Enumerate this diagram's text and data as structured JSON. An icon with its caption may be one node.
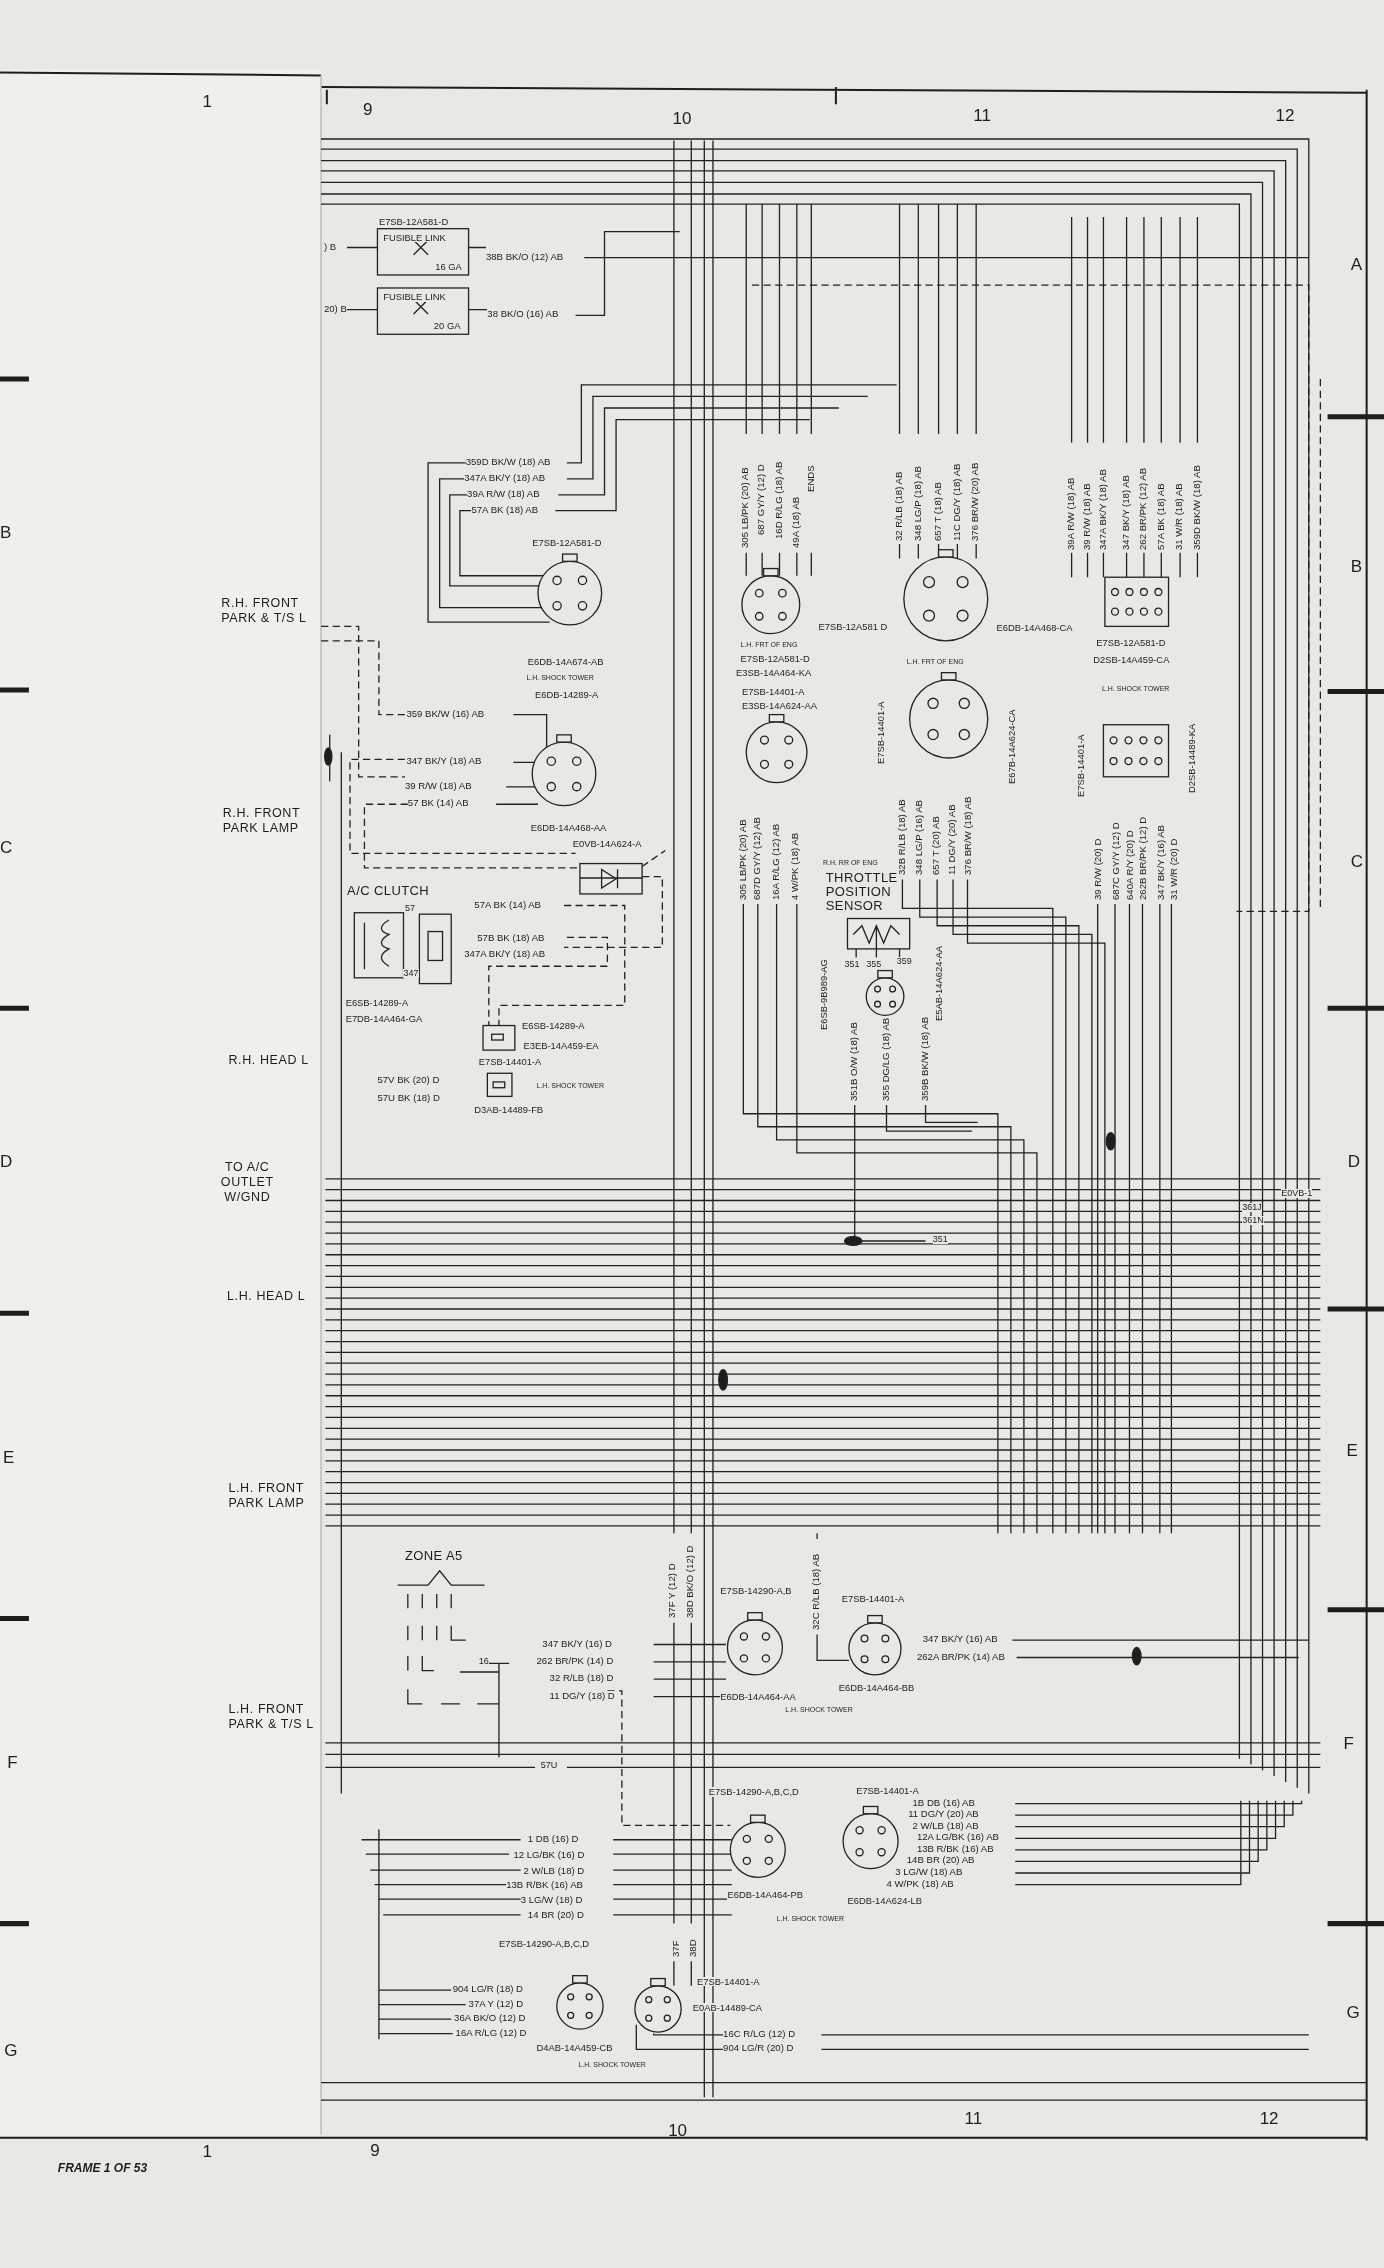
{
  "diagram": {
    "labels": [
      "1",
      "9",
      "10",
      "11",
      "12",
      "B",
      "C",
      "D",
      "E",
      "F",
      "G",
      "A",
      "B",
      "C",
      "D",
      "E",
      "F",
      "G",
      "R.H. FRONT PARK & T/S L",
      "R.H. FRONT PARK LAMP",
      "R.H. HEAD L",
      "TO A/C OUTLET W/GND",
      "L.H. HEAD L",
      "L.H. FRONT PARK LAMP",
      "L.H. FRONT PARK & T/S L",
      "E7SB-12A581-D",
      ") B",
      "FUSIBLE LINK",
      "16 GA",
      "38B BK/O (12) AB",
      "20) B",
      "FUSIBLE LINK",
      "20 GA",
      "38 BK/O (16) AB",
      "359D BK/W (18) AB",
      "347A BK/Y (18) AB",
      "39A R/W (18) AB",
      "57A BK (18) AB",
      "E7SB-12A581-D",
      "E6DB-14A674-AB",
      "L.H. SHOCK TOWER",
      "E6DB-14289-A",
      "359 BK/W (16) AB",
      "347 BK/Y (18) AB",
      "39 R/W (18) AB",
      "57 BK (14) AB",
      "E6DB-14A468-AA",
      "E0VB-14A624-A",
      "A/C CLUTCH",
      "57",
      "347",
      "57A BK (14) AB",
      "57B BK (18) AB",
      "347A BK/Y (18) AB",
      "E6SB-14289-A",
      "E7DB-14A464-GA",
      "E6SB-14289-A",
      "E3EB-14A459-EA",
      "E7SB-14401-A",
      "L.H. SHOCK TOWER",
      "57V BK (20) D",
      "57U BK (18) D",
      "D3AB-14489-FB",
      "305 LB/PK (20) AB",
      "687 GY/Y (12) D",
      "16D R/LG (18) AB",
      "49A (18) AB",
      "ENDS",
      "L.H. FRT OF ENG",
      "E7SB-12A581-D",
      "E3SB-14A464-KA",
      "E7SB-14401-A",
      "E3SB-14A624-AA",
      "305 LB/PK (20) AB",
      "687D GY/Y (12) AB",
      "16A R/LG (12) AB",
      "4 W/PK (18) AB",
      "32 R/LB (18) AB",
      "348 LG/P (18) AB",
      "657 T (18) AB",
      "11C DG/Y (18) AB",
      "376 BR/W (20) AB",
      "E7SB-12A581 D",
      "E6DB-14A468-CA",
      "L.H. FRT OF ENG",
      "E7SB-14401-A",
      "E67B-14A624-CA",
      "32B R/LB (18) AB",
      "348 LG/P (16) AB",
      "657 T (20) AB",
      "11 DG/Y (20) AB",
      "376 BR/W (18) AB",
      "R.H. RR OF ENG",
      "THROTTLE POSITION SENSOR",
      "351",
      "355",
      "359",
      "E6SB-9B989-AG",
      "E5AB-14A624-AA",
      "351B O/W (18) AB",
      "355 DG/LG (18) AB",
      "359B BK/W (18) AB",
      "351",
      "39A R/W (18) AB",
      "39 R/W (18) AB",
      "347A BK/Y (18) AB",
      "347 BK/Y (18) AB",
      "262 BR/PK (12) AB",
      "57A BK (18) AB",
      "31 W/R (18) AB",
      "359D BK/W (18) AB",
      "E7SB-12A581-D",
      "D2SB-14A459-CA",
      "L.H. SHOCK TOWER",
      "E7SB-14401-A",
      "D2SB-14489-KA",
      "39 R/W (20) D",
      "687C GY/Y (12) D",
      "640A R/Y (20) D",
      "262B BR/PK (12) D",
      "347 BK/Y (16) AB",
      "31 W/R (20) D",
      "E0VB-1",
      "361J",
      "361N",
      "ZONE A5",
      "16",
      "347 BK/Y (16) D",
      "262 BR/PK (14) D",
      "32 R/LB (18) D",
      "11 DG/Y (18) D",
      "37F Y (12) D",
      "38D BK/O (12) D",
      "E7SB-14290-A,B",
      "E6DB-14A464-AA",
      "L.H. SHOCK TOWER",
      "32C R/LB (18) AB",
      "E7SB-14401-A",
      "347 BK/Y (16) AB",
      "262A BR/PK (14) AB",
      "E6DB-14A464-BB",
      "57U",
      "E7SB-14290-A,B,C,D",
      "E7SB-14401-A",
      "1 DB (16) D",
      "12 LG/BK (16) D",
      "2 W/LB (18) D",
      "13B R/BK (16) AB",
      "3 LG/W (18) D",
      "14 BR (20) D",
      "E6DB-14A464-PB",
      "L.H. SHOCK TOWER",
      "1B DB (16) AB",
      "11 DG/Y (20) AB",
      "2 W/LB (18) AB",
      "12A LG/BK (16) AB",
      "13B R/BK (16) AB",
      "14B BR (20) AB",
      "3 LG/W (18) AB",
      "4 W/PK (18) AB",
      "E6DB-14A624-LB",
      "E7SB-14290-A,B,C,D",
      "37F",
      "38D",
      "904 LG/R (18) D",
      "37A Y (12) D",
      "36A BK/O (12) D",
      "16A R/LG (12) D",
      "E7SB-14401-A",
      "E0AB-14489-CA",
      "D4AB-14A459-CB",
      "16C R/LG (12) D",
      "904 LG/R (20) D",
      "L.H. SHOCK TOWER",
      "1",
      "9",
      "10",
      "11",
      "12",
      "FRAME 1 OF 53"
    ]
  }
}
